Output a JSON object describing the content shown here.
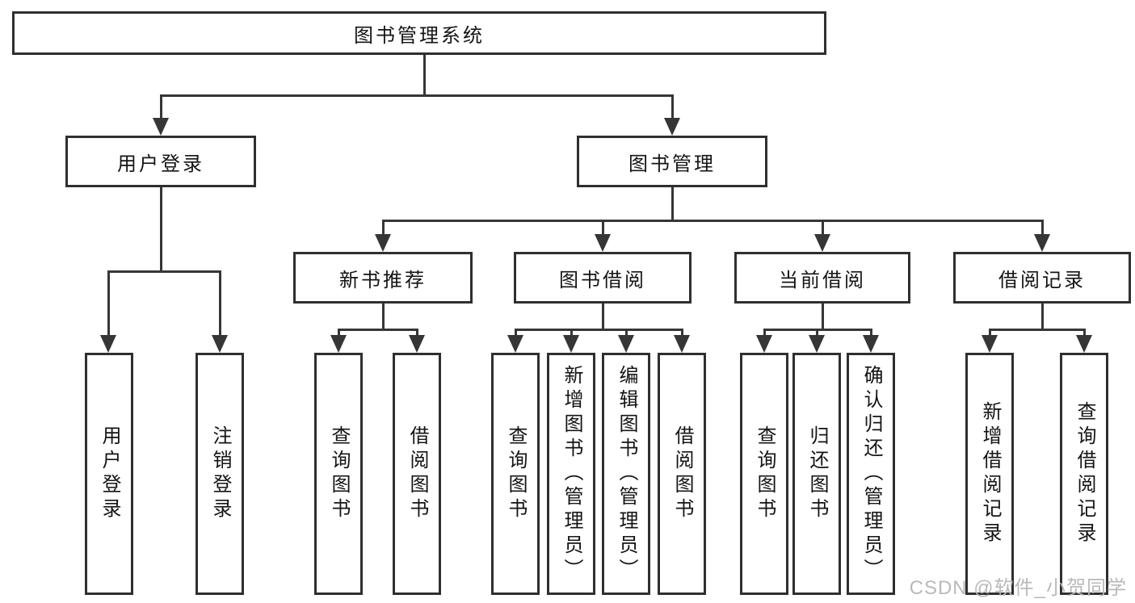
{
  "tree": {
    "label": "图书管理系统",
    "children": [
      {
        "label": "用户登录",
        "children": [
          {
            "label": "用户登录"
          },
          {
            "label": "注销登录"
          }
        ]
      },
      {
        "label": "图书管理",
        "children": [
          {
            "label": "新书推荐",
            "children": [
              {
                "label": "查询图书"
              },
              {
                "label": "借阅图书"
              }
            ]
          },
          {
            "label": "图书借阅",
            "children": [
              {
                "label": "查询图书"
              },
              {
                "label": "新增图书（管理员）"
              },
              {
                "label": "编辑图书（管理员）"
              },
              {
                "label": "借阅图书"
              }
            ]
          },
          {
            "label": "当前借阅",
            "children": [
              {
                "label": "查询图书"
              },
              {
                "label": "归还图书"
              },
              {
                "label": "确认归还（管理员）"
              }
            ]
          },
          {
            "label": "借阅记录",
            "children": [
              {
                "label": "新增借阅记录"
              },
              {
                "label": "查询借阅记录"
              }
            ]
          }
        ]
      }
    ]
  },
  "watermark": "CSDN @软件_小贺同学",
  "colors": {
    "line": "#363636",
    "box_border": "#2f2f2f",
    "text": "#141414",
    "watermark": "#b9b9b9",
    "background": "#ffffff"
  }
}
